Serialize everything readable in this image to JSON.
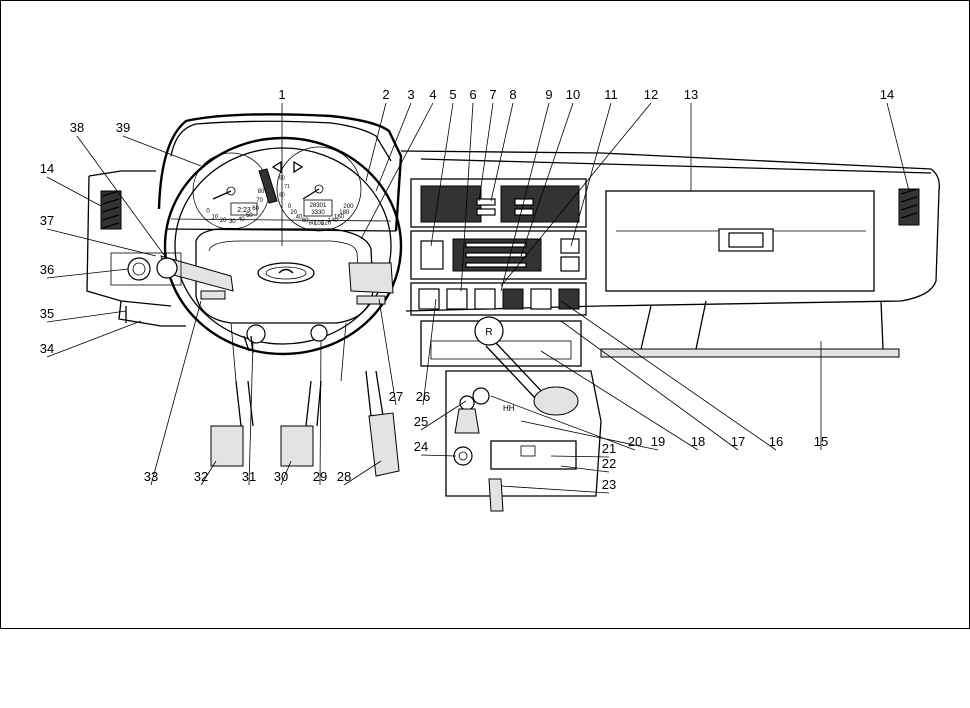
{
  "callouts": [
    "1",
    "2",
    "3",
    "4",
    "5",
    "6",
    "7",
    "8",
    "9",
    "10",
    "11",
    "12",
    "13",
    "14",
    "14",
    "15",
    "16",
    "17",
    "18",
    "19",
    "20",
    "21",
    "22",
    "23",
    "24",
    "25",
    "26",
    "27",
    "28",
    "29",
    "30",
    "31",
    "32",
    "33",
    "34",
    "35",
    "36",
    "37",
    "38",
    "39"
  ],
  "gauges": {
    "speedo_ticks": [
      "0",
      "20",
      "40",
      "60",
      "80",
      "100",
      "120",
      "140",
      "160",
      "180",
      "200"
    ],
    "tacho_ticks": [
      "0",
      "10",
      "20",
      "30",
      "40",
      "50",
      "60",
      "70",
      "80"
    ],
    "temp_ticks": [
      "60",
      "71",
      "80"
    ],
    "odometer_total": "28301",
    "odometer_trip": "3330",
    "clock": "2:23",
    "gear_pattern": "R"
  }
}
